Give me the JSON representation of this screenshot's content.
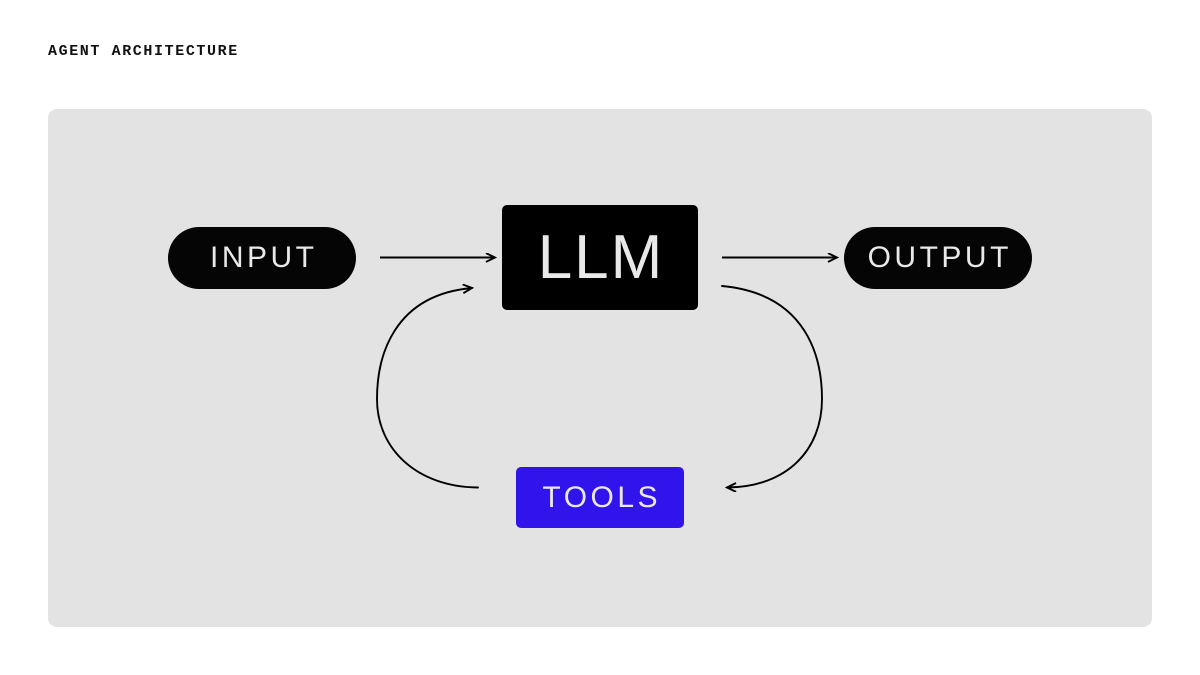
{
  "page": {
    "title": "AGENT ARCHITECTURE",
    "background_color": "#ffffff"
  },
  "panel": {
    "background_color": "#e3e3e3"
  },
  "diagram": {
    "type": "flow-diagram",
    "nodes": [
      {
        "id": "input",
        "label": "INPUT",
        "shape": "pill",
        "fill": "#050505",
        "text_color": "#e9e9e9"
      },
      {
        "id": "llm",
        "label": "LLM",
        "shape": "rectangle",
        "fill": "#000000",
        "text_color": "#e9e9e9"
      },
      {
        "id": "output",
        "label": "OUTPUT",
        "shape": "pill",
        "fill": "#050505",
        "text_color": "#e9e9e9"
      },
      {
        "id": "tools",
        "label": "TOOLS",
        "shape": "rectangle",
        "fill": "#3113ec",
        "text_color": "#e9e9e9"
      }
    ],
    "edges": [
      {
        "id": "input-to-llm",
        "from": "input",
        "to": "llm",
        "style": "straight",
        "direction": "forward",
        "color": "#000000"
      },
      {
        "id": "llm-to-output",
        "from": "llm",
        "to": "output",
        "style": "straight",
        "direction": "forward",
        "color": "#000000"
      },
      {
        "id": "llm-to-tools",
        "from": "llm",
        "to": "tools",
        "style": "curved",
        "direction": "forward",
        "color": "#000000"
      },
      {
        "id": "tools-to-llm",
        "from": "tools",
        "to": "llm",
        "style": "curved",
        "direction": "forward",
        "color": "#000000"
      }
    ],
    "accent_color": "#3113ec"
  }
}
